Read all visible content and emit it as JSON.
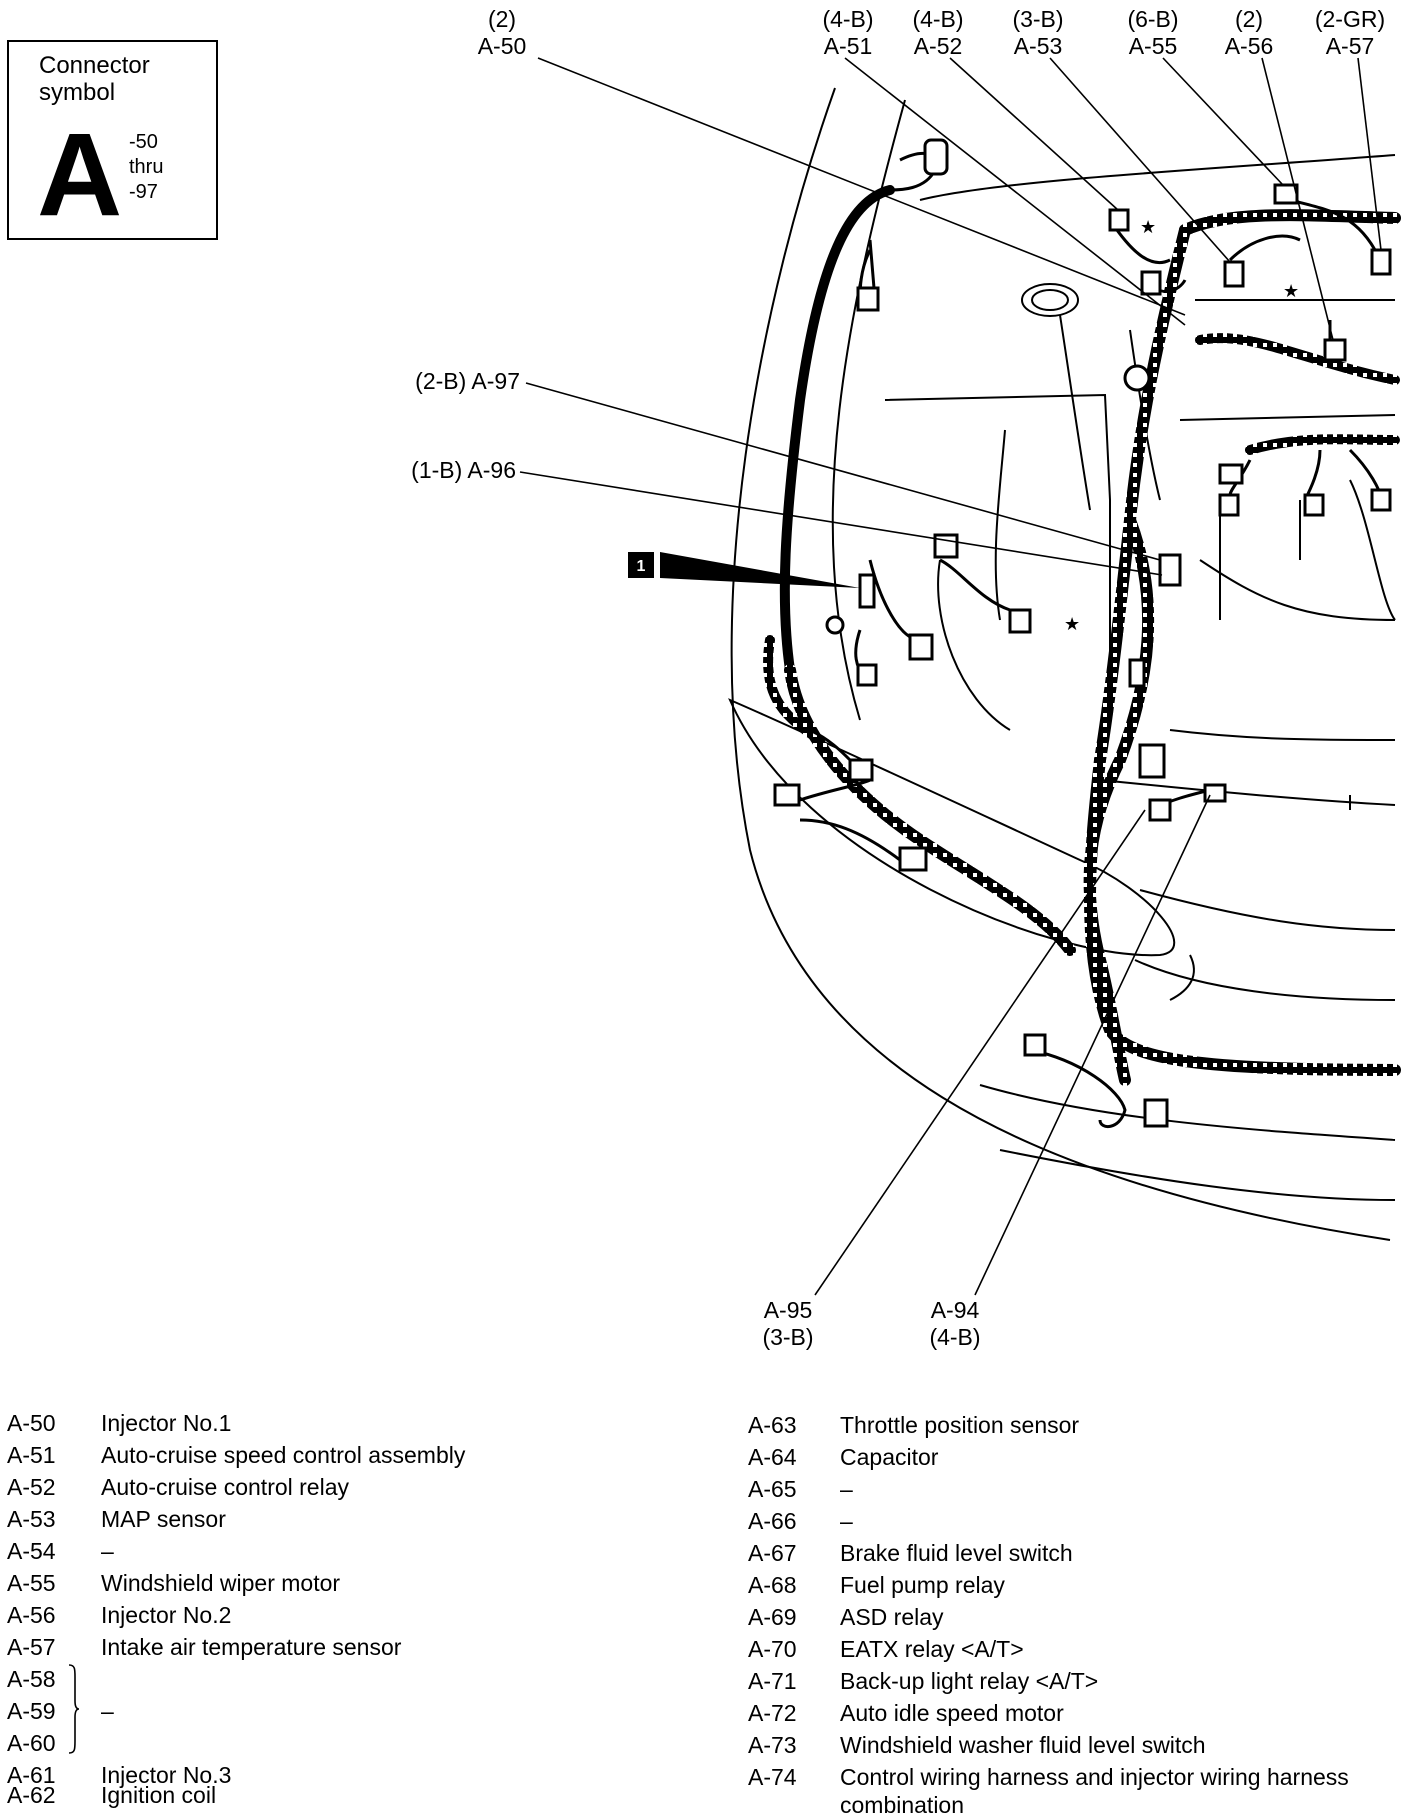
{
  "legend": {
    "title": "Connector symbol",
    "letter": "A",
    "range": [
      "-50",
      "thru",
      "-97"
    ]
  },
  "callouts": {
    "a50": {
      "spec": "(2)",
      "id": "A-50"
    },
    "a51": {
      "spec": "(4-B)",
      "id": "A-51"
    },
    "a52": {
      "spec": "(4-B)",
      "id": "A-52"
    },
    "a53": {
      "spec": "(3-B)",
      "id": "A-53"
    },
    "a55": {
      "spec": "(6-B)",
      "id": "A-55"
    },
    "a56": {
      "spec": "(2)",
      "id": "A-56"
    },
    "a57": {
      "spec": "(2-GR)",
      "id": "A-57"
    },
    "a97": {
      "label": "(2-B) A-97"
    },
    "a96": {
      "label": "(1-B) A-96"
    },
    "item1": {
      "label": "1"
    },
    "a95": {
      "id": "A-95",
      "spec": "(3-B)"
    },
    "a94": {
      "id": "A-94",
      "spec": "(4-B)"
    }
  },
  "connector_table": {
    "left": [
      {
        "id": "A-50",
        "desc": "Injector No.1"
      },
      {
        "id": "A-51",
        "desc": "Auto-cruise speed control assembly"
      },
      {
        "id": "A-52",
        "desc": "Auto-cruise control relay"
      },
      {
        "id": "A-53",
        "desc": "MAP sensor"
      },
      {
        "id": "A-54",
        "desc": "–"
      },
      {
        "id": "A-55",
        "desc": "Windshield wiper motor"
      },
      {
        "id": "A-56",
        "desc": "Injector No.2"
      },
      {
        "id": "A-57",
        "desc": "Intake air temperature sensor"
      },
      {
        "id": "A-58",
        "desc": ""
      },
      {
        "id": "A-59",
        "desc": "–"
      },
      {
        "id": "A-60",
        "desc": ""
      },
      {
        "id": "A-61",
        "desc": "Injector No.3"
      },
      {
        "id": "A-62",
        "desc": "Ignition coil"
      }
    ],
    "right": [
      {
        "id": "A-63",
        "desc": "Throttle position sensor"
      },
      {
        "id": "A-64",
        "desc": "Capacitor"
      },
      {
        "id": "A-65",
        "desc": "–"
      },
      {
        "id": "A-66",
        "desc": "–"
      },
      {
        "id": "A-67",
        "desc": "Brake fluid level switch"
      },
      {
        "id": "A-68",
        "desc": "Fuel pump relay"
      },
      {
        "id": "A-69",
        "desc": "ASD relay"
      },
      {
        "id": "A-70",
        "desc": "EATX relay <A/T>"
      },
      {
        "id": "A-71",
        "desc": "Back-up light relay <A/T>"
      },
      {
        "id": "A-72",
        "desc": "Auto idle speed motor"
      },
      {
        "id": "A-73",
        "desc": "Windshield washer fluid level switch"
      },
      {
        "id": "A-74",
        "desc": "Control wiring harness and injector wiring harness combination"
      }
    ]
  }
}
